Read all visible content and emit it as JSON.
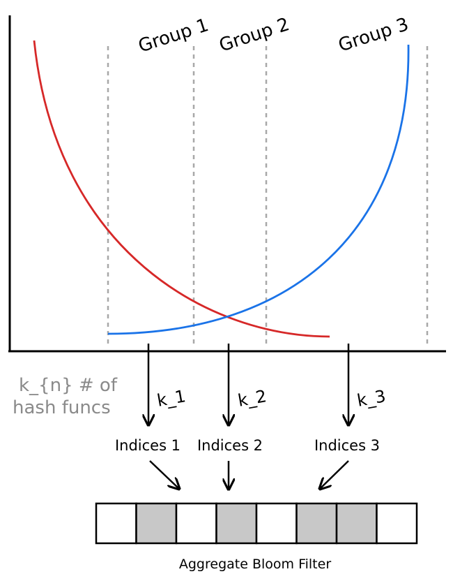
{
  "groups": [
    {
      "label": "Group 1"
    },
    {
      "label": "Group 2"
    },
    {
      "label": "Group 3"
    }
  ],
  "side_caption": {
    "line1": "k_{n} # of",
    "line2": "hash funcs"
  },
  "arrows": [
    {
      "k_label": "k_1",
      "indices_label": "Indices 1"
    },
    {
      "k_label": "k_2",
      "indices_label": "Indices 2"
    },
    {
      "k_label": "k_3",
      "indices_label": "Indices 3"
    }
  ],
  "bloom_filter": {
    "label": "Aggregate Bloom Filter",
    "cells": [
      false,
      true,
      false,
      true,
      false,
      true,
      true,
      false
    ]
  },
  "colors": {
    "red_curve": "#d62828",
    "blue_curve": "#1a73e8",
    "divider": "#a8a8a8",
    "filled_cell": "#c8c8c8",
    "side_caption": "#8a8a8a"
  }
}
